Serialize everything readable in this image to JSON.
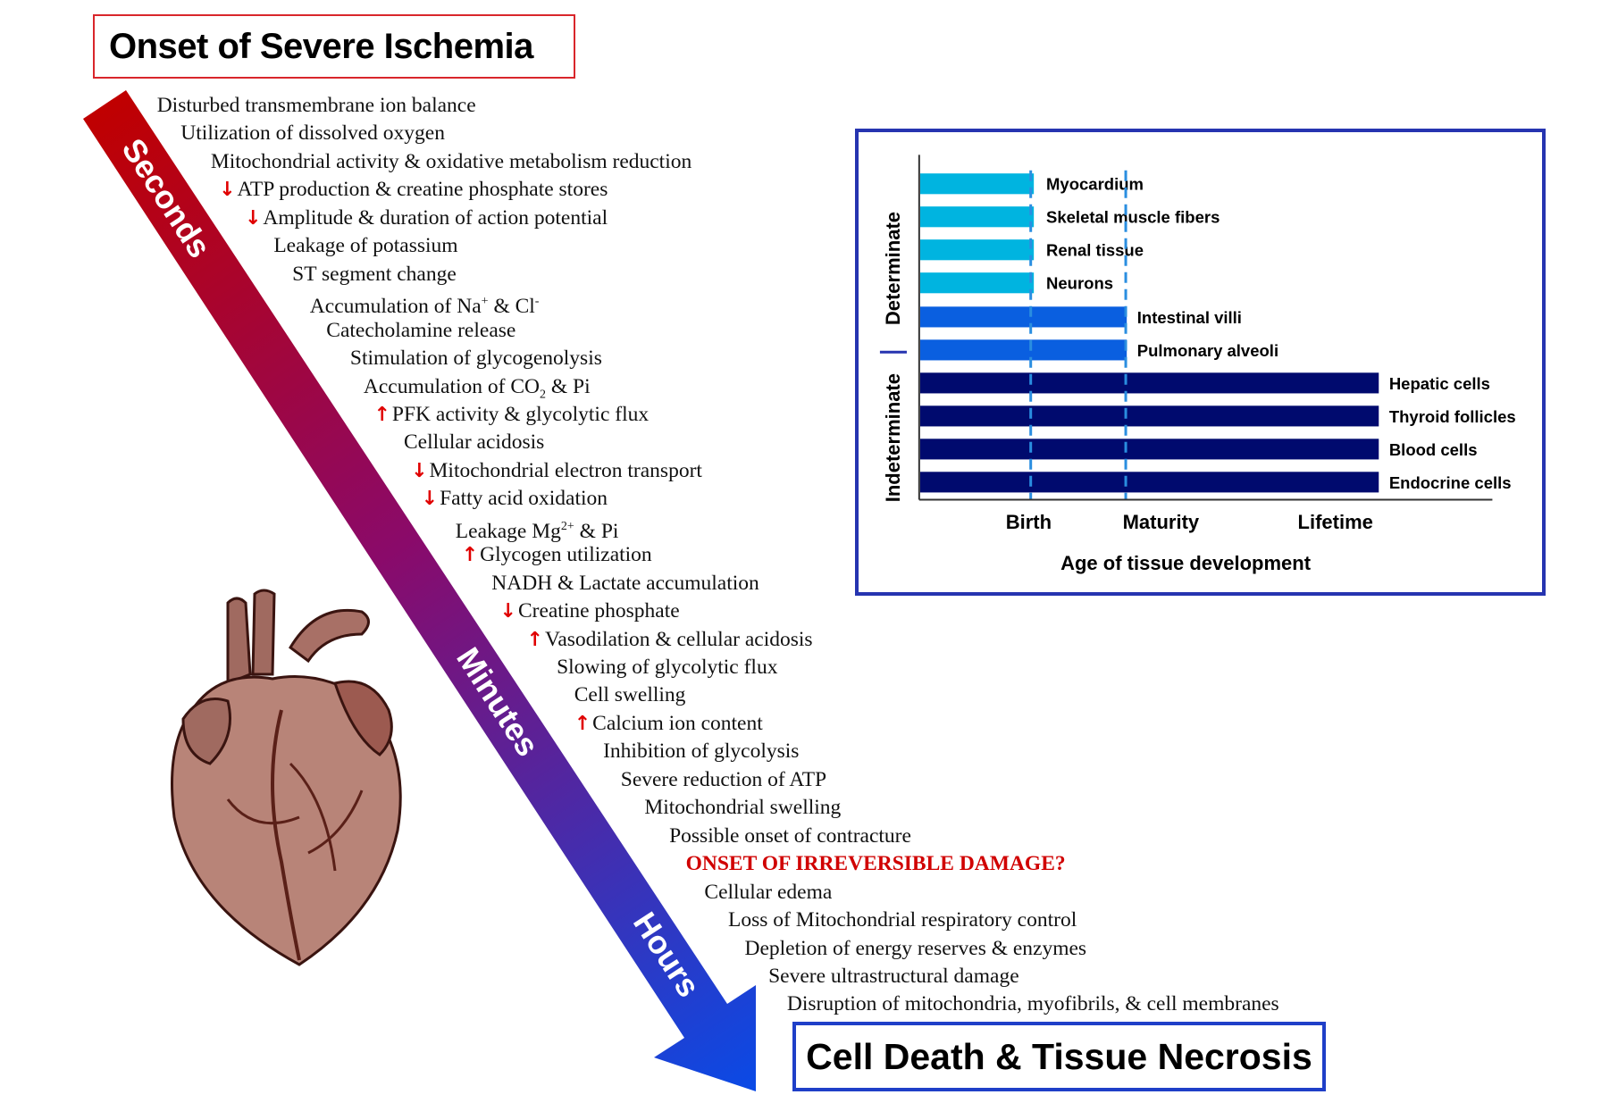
{
  "title": "Onset of Severe Ischemia",
  "end_title": "Cell Death & Tissue Necrosis",
  "timeline_labels": [
    "Seconds",
    "Minutes",
    "Hours"
  ],
  "colors": {
    "arrow_start": "#c00000",
    "arrow_mid": "#8a0a6a",
    "arrow_end": "#0a4ae6",
    "alert": "#d00000",
    "marker": "#e00000"
  },
  "steps": [
    {
      "segs": [
        {
          "t": "Disturbed transmembrane ion balance"
        }
      ]
    },
    {
      "segs": [
        {
          "t": "Utilization of dissolved oxygen"
        }
      ]
    },
    {
      "segs": [
        {
          "t": "Mitochondrial activity & oxidative metabolism reduction"
        }
      ]
    },
    {
      "arrow": "down",
      "segs": [
        {
          "t": "ATP production & creatine phosphate stores"
        }
      ]
    },
    {
      "arrow": "down",
      "segs": [
        {
          "t": "Amplitude & duration of action potential"
        }
      ]
    },
    {
      "segs": [
        {
          "t": "Leakage of potassium"
        }
      ]
    },
    {
      "segs": [
        {
          "t": "ST segment change"
        }
      ]
    },
    {
      "segs": [
        {
          "t": "Accumulation of Na"
        },
        {
          "sup": "+"
        },
        {
          "t": " & Cl"
        },
        {
          "sup": "-"
        }
      ]
    },
    {
      "segs": [
        {
          "t": "Catecholamine release"
        }
      ]
    },
    {
      "segs": [
        {
          "t": "Stimulation of glycogenolysis"
        }
      ]
    },
    {
      "segs": [
        {
          "t": "Accumulation of CO"
        },
        {
          "sub": "2"
        },
        {
          "t": " & Pi"
        }
      ]
    },
    {
      "arrow": "up",
      "segs": [
        {
          "t": "PFK activity & glycolytic flux"
        }
      ]
    },
    {
      "segs": [
        {
          "t": "Cellular acidosis"
        }
      ]
    },
    {
      "arrow": "down",
      "segs": [
        {
          "t": "Mitochondrial electron transport"
        }
      ]
    },
    {
      "arrow": "down",
      "segs": [
        {
          "t": "Fatty acid oxidation"
        }
      ]
    },
    {
      "segs": [
        {
          "t": "Leakage Mg"
        },
        {
          "sup": "2+"
        },
        {
          "t": " & Pi"
        }
      ]
    },
    {
      "arrow": "up",
      "segs": [
        {
          "t": "Glycogen utilization"
        }
      ]
    },
    {
      "segs": [
        {
          "t": "NADH & Lactate accumulation"
        }
      ]
    },
    {
      "arrow": "down",
      "segs": [
        {
          "t": "Creatine phosphate"
        }
      ]
    },
    {
      "arrow": "up",
      "segs": [
        {
          "t": "Vasodilation & cellular acidosis"
        }
      ]
    },
    {
      "segs": [
        {
          "t": "Slowing of glycolytic flux"
        }
      ]
    },
    {
      "segs": [
        {
          "t": "Cell swelling"
        }
      ]
    },
    {
      "arrow": "up",
      "segs": [
        {
          "t": "Calcium ion content"
        }
      ]
    },
    {
      "segs": [
        {
          "t": "Inhibition of glycolysis"
        }
      ]
    },
    {
      "segs": [
        {
          "t": "Severe reduction of ATP"
        }
      ]
    },
    {
      "segs": [
        {
          "t": "Mitochondrial swelling"
        }
      ]
    },
    {
      "segs": [
        {
          "t": "Possible onset of contracture"
        }
      ]
    },
    {
      "alert": true,
      "segs": [
        {
          "t": "ONSET OF IRREVERSIBLE DAMAGE?"
        }
      ]
    },
    {
      "segs": [
        {
          "t": "Cellular edema"
        }
      ]
    },
    {
      "segs": [
        {
          "t": "Loss of Mitochondrial respiratory control"
        }
      ]
    },
    {
      "segs": [
        {
          "t": "Depletion of energy reserves & enzymes"
        }
      ]
    },
    {
      "segs": [
        {
          "t": "Severe ultrastructural damage"
        }
      ]
    },
    {
      "segs": [
        {
          "t": "Disruption of mitochondria, myofibrils, & cell membranes"
        }
      ]
    }
  ],
  "chart_data": {
    "type": "bar",
    "orientation": "horizontal",
    "xlabel": "Age of tissue development",
    "x_ticks": [
      "Birth",
      "Maturity",
      "Lifetime"
    ],
    "group_labels": [
      "Determinate",
      "Indeterminate"
    ],
    "grid": false,
    "reference_lines": [
      "Birth",
      "Maturity"
    ],
    "categories": [
      "Myocardium",
      "Skeletal muscle fibers",
      "Renal tissue",
      "Neurons",
      "Intestinal villi",
      "Pulmonary alveoli",
      "Hepatic cells",
      "Thyroid follicles",
      "Blood cells",
      "Endocrine cells"
    ],
    "values": [
      "Birth",
      "Birth",
      "Birth",
      "Birth",
      "Maturity",
      "Maturity",
      "Lifetime",
      "Lifetime",
      "Lifetime",
      "Lifetime"
    ],
    "bar_colors": {
      "Birth": "#00b4e0",
      "Maturity": "#0a5fe0",
      "Lifetime": "#000a6e"
    }
  }
}
